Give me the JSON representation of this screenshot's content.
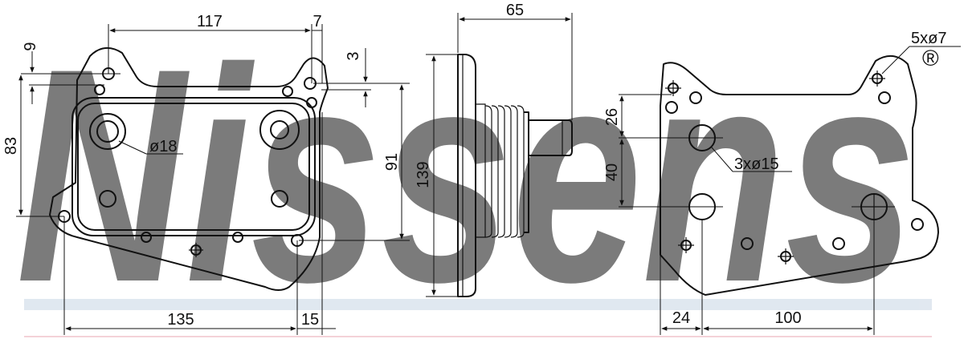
{
  "watermark": {
    "brand": "Nissens",
    "registered_mark": "®",
    "color": "#c8d6e4"
  },
  "front_view": {
    "dims": {
      "top_span": "117",
      "top_offset": "7",
      "left_gap": "9",
      "right_gap": "3",
      "height": "83",
      "core_height": "91",
      "bottom_span": "135",
      "bottom_offset": "15"
    },
    "port_callout": "ø18"
  },
  "side_view": {
    "dims": {
      "depth": "65",
      "flange_height": "139"
    }
  },
  "back_view": {
    "dims": {
      "upper_gap": "26",
      "port_spacing": "40",
      "left_offset": "24",
      "hole_spacing": "100"
    },
    "callouts": {
      "mount_holes": "5xø7",
      "ports": "3xø15"
    }
  },
  "colors": {
    "line": "#111111",
    "baseline": "#f0c4cc"
  }
}
